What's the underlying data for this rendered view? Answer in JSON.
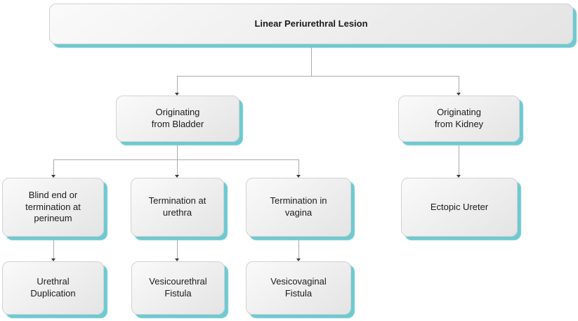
{
  "diagram": {
    "type": "flowchart",
    "title": "Linear Periurethral Lesion",
    "nodes": {
      "root": {
        "label": "Linear Periurethral Lesion",
        "level": 1
      },
      "bladder": {
        "label": "Originating\nfrom Bladder",
        "level": 2,
        "parent": "root"
      },
      "kidney": {
        "label": "Originating\nfrom Kidney",
        "level": 2,
        "parent": "root"
      },
      "blind_end": {
        "label": "Blind end or\ntermination at\nperineum",
        "level": 3,
        "parent": "bladder"
      },
      "termination_urethra": {
        "label": "Termination at\nurethra",
        "level": 3,
        "parent": "bladder"
      },
      "termination_vagina": {
        "label": "Termination in\nvagina",
        "level": 3,
        "parent": "bladder"
      },
      "ectopic_ureter": {
        "label": "Ectopic Ureter",
        "level": 3,
        "parent": "kidney"
      },
      "urethral_duplication": {
        "label": "Urethral\nDuplication",
        "level": 4,
        "parent": "blind_end"
      },
      "vesicourethral_fistula": {
        "label": "Vesicourethral\nFistula",
        "level": 4,
        "parent": "termination_urethra"
      },
      "vesicovaginal_fistula": {
        "label": "Vesicovaginal\nFistula",
        "level": 4,
        "parent": "termination_vagina"
      }
    },
    "colors": {
      "box_fill_light": "#fafafa",
      "box_fill_dark": "#e4e4e4",
      "box_border": "#d2d2d2",
      "shadow_teal": "#6ec9d0",
      "connector_line": "#ababab",
      "arrowhead": "#3a3a3a",
      "text": "#1c1c1c",
      "background": "#ffffff"
    }
  }
}
